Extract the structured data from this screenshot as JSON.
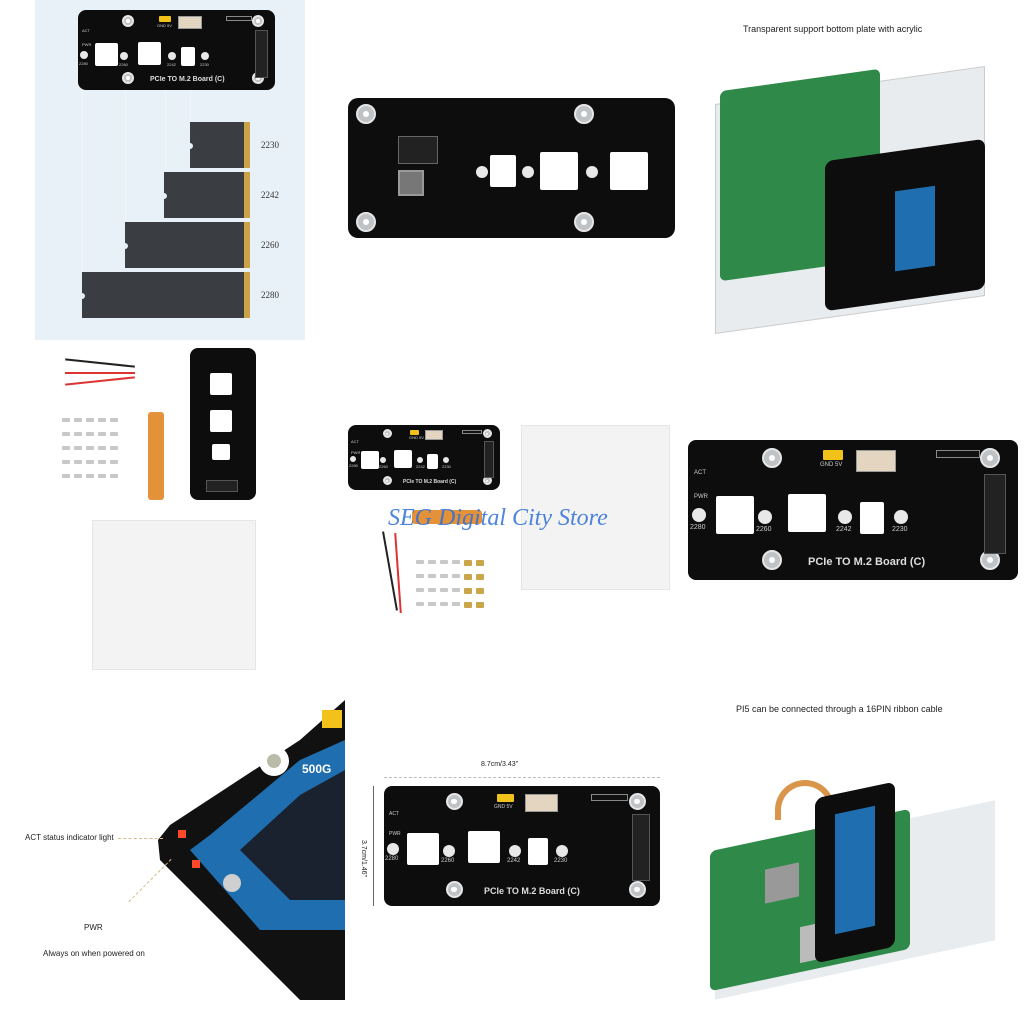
{
  "board": {
    "title": "PCIe TO M.2 Board (C)",
    "act": "ACT",
    "pwr": "PWR",
    "gnd5v": "GND 5V",
    "sizes": [
      "2280",
      "2260",
      "2242",
      "2230"
    ]
  },
  "panel_sizes": {
    "ssd_labels": [
      "2230",
      "2242",
      "2260",
      "2280"
    ]
  },
  "panel_acrylic": {
    "caption": "Transparent support bottom plate with acrylic"
  },
  "watermark": "SEG Digital City Store",
  "panel_leds": {
    "act_caption": "ACT status indicator light",
    "pwr_caption": "PWR",
    "pwr_note": "Always on when powered on",
    "ssd_text": "500G"
  },
  "panel_dimensions": {
    "width": "8.7cm/3.43\"",
    "height": "3.7cm/1.46\""
  },
  "panel_pi5": {
    "caption": "PI5 can be connected through a 16PIN ribbon cable"
  },
  "colors": {
    "pcb": "#0d0d0d",
    "sizes_bg": "#e8f1f8",
    "watermark": "#2f6fd6",
    "pi_green": "#2f8a49",
    "ssd_blue": "#1f6fb0"
  }
}
